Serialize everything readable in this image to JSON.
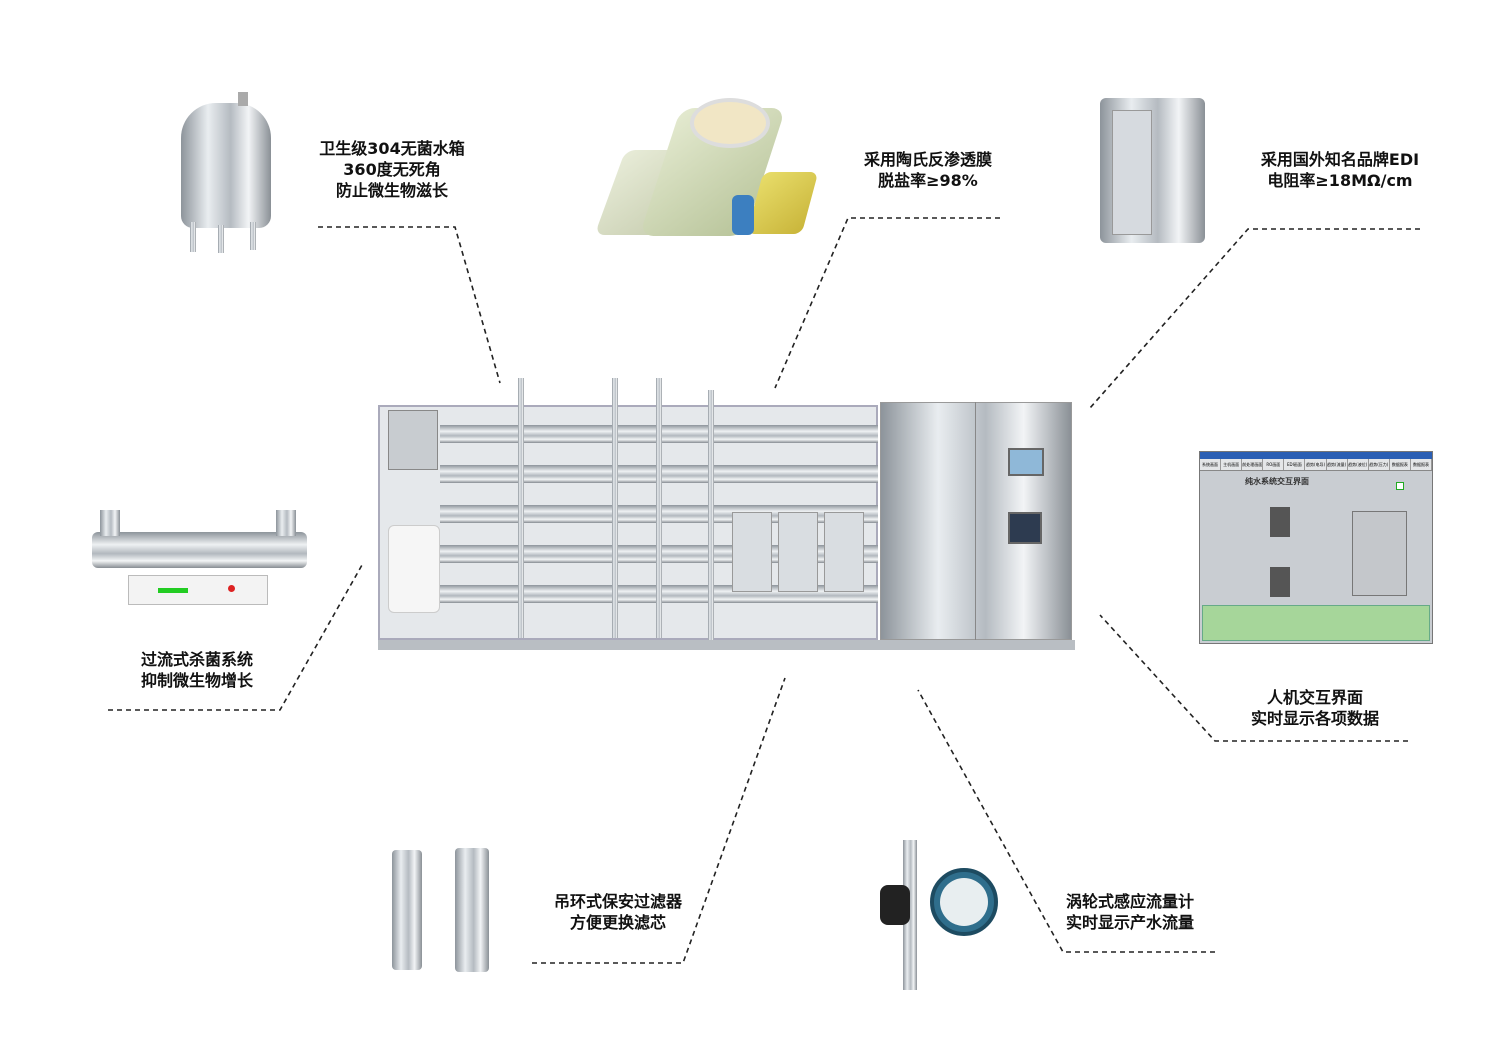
{
  "callouts": {
    "tank": [
      "卫生级304无菌水箱",
      "360度无死角",
      "防止微生物滋长"
    ],
    "ro_membrane": [
      "采用陶氏反渗透膜",
      "脱盐率≥98%"
    ],
    "edi": [
      "采用国外知名品牌EDI",
      "电阻率≥18MΩ/cm"
    ],
    "uv": [
      "过流式杀菌系统",
      "抑制微生物增长"
    ],
    "hmi": [
      "人机交互界面",
      "实时显示各项数据"
    ],
    "filter": [
      "吊环式保安过滤器",
      "方便更换滤芯"
    ],
    "flowmeter": [
      "涡轮式感应流量计",
      "实时显示产水流量"
    ]
  },
  "hmi_screen": {
    "title": "纯水系统交互界面",
    "tabs": [
      "系统画面",
      "主机画面",
      "前处理画面",
      "RO画面",
      "EDI画面",
      "趋势(电导)",
      "趋势(流量)",
      "趋势(液位)",
      "趋势(压力)",
      "数据报表",
      "数据报表"
    ]
  }
}
